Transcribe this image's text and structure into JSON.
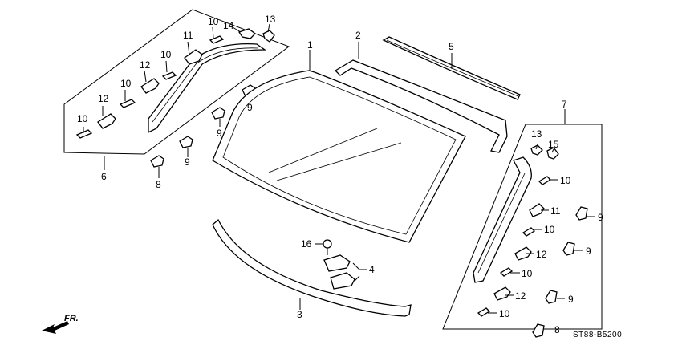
{
  "labels": {
    "windshield": "1",
    "upper_molding_right": "2",
    "lower_seal": "3",
    "bracket_pair": "4",
    "top_seal": "5",
    "left_molding_set": "6",
    "right_molding_set": "7",
    "clip_8": "8",
    "clip_9": "9",
    "clip_10": "10",
    "clip_11": "11",
    "clip_12": "12",
    "clip_13": "13",
    "clip_14": "14",
    "clip_15": "15",
    "bolt_16": "16"
  },
  "diagram_code": "ST88-B5200",
  "direction_label": "FR."
}
